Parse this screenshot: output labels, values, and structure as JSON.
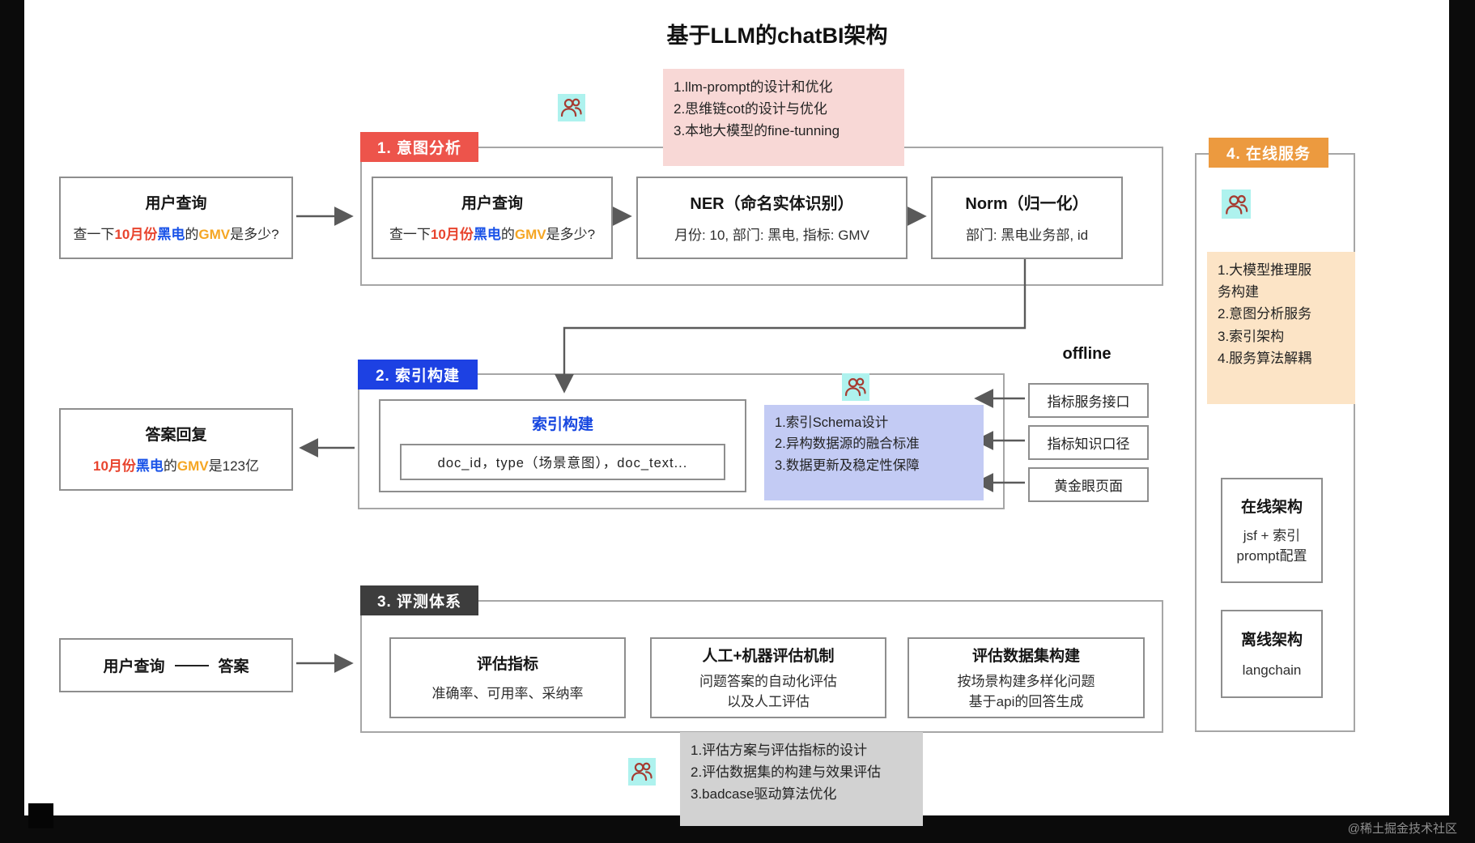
{
  "title": "基于LLM的chatBI架构",
  "colors": {
    "section1_red": "#ed544b",
    "section2_blue": "#1d41e3",
    "section3_dark": "#3d3d3d",
    "section4_orange": "#ec9a3f",
    "note_pink": "#f8d8d6",
    "note_lavender": "#c3cbf4",
    "note_gray": "#d2d2d2",
    "note_peach": "#fce4c6",
    "term_month_red": "#e8442e",
    "term_dept_blue": "#1a53e8",
    "term_gmv_orange": "#f5a623",
    "person_icon_bg": "#aef2ee",
    "person_icon_stroke": "#a63c32"
  },
  "sections": {
    "s1": {
      "label": "1. 意图分析"
    },
    "s2": {
      "label": "2. 索引构建"
    },
    "s3": {
      "label": "3. 评测体系"
    },
    "s4": {
      "label": "4. 在线服务"
    }
  },
  "labels": {
    "offline": "offline"
  },
  "boxes": {
    "user_query_left": {
      "title": "用户查询",
      "query": [
        "查一下",
        "10月份",
        "黑电",
        "的",
        "GMV",
        "是多少?"
      ]
    },
    "user_query_inner": {
      "title": "用户查询",
      "query": [
        "查一下",
        "10月份",
        "黑电",
        "的",
        "GMV",
        "是多少?"
      ]
    },
    "ner": {
      "title": "NER（命名实体识别）",
      "body": "月份: 10, 部门: 黑电, 指标: GMV"
    },
    "norm": {
      "title": "Norm（归一化）",
      "body": "部门: 黑电业务部, id"
    },
    "answer": {
      "title": "答案回复",
      "reply": [
        "10月份",
        "黑电",
        "的",
        "GMV",
        "是123亿"
      ]
    },
    "index_build": {
      "title": "索引构建",
      "schema": "doc_id，type（场景意图），doc_text..."
    },
    "metric_service": {
      "label": "指标服务接口"
    },
    "metric_knowledge": {
      "label": "指标知识口径"
    },
    "golden_eye": {
      "label": "黄金眼页面"
    },
    "eval_metrics": {
      "title": "评估指标",
      "line1": "准确率、可用率、采纳率"
    },
    "eval_mechanism": {
      "title": "人工+机器评估机制",
      "line1": "问题答案的自动化评估",
      "line2": "以及人工评估"
    },
    "eval_dataset": {
      "title": "评估数据集构建",
      "line1": "按场景构建多样化问题",
      "line2": "基于api的回答生成"
    },
    "query_answer": {
      "left": "用户查询",
      "right": "答案"
    },
    "online_arch": {
      "title": "在线架构",
      "line1": "jsf + 索引",
      "line2": "prompt配置"
    },
    "offline_arch": {
      "title": "离线架构",
      "line1": "langchain"
    }
  },
  "notes": {
    "intent": [
      "1.llm-prompt的设计和优化",
      "2.思维链cot的设计与优化",
      "3.本地大模型的fine-tunning"
    ],
    "index": [
      "1.索引Schema设计",
      "2.异构数据源的融合标准",
      "3.数据更新及稳定性保障"
    ],
    "evaluation": [
      "1.评估方案与评估指标的设计",
      "2.评估数据集的构建与效果评估",
      "3.badcase驱动算法优化"
    ],
    "online": [
      "1.大模型推理服",
      "务构建",
      "2.意图分析服务",
      "3.索引架构",
      "4.服务算法解耦"
    ]
  },
  "watermark": "@稀土掘金技术社区"
}
